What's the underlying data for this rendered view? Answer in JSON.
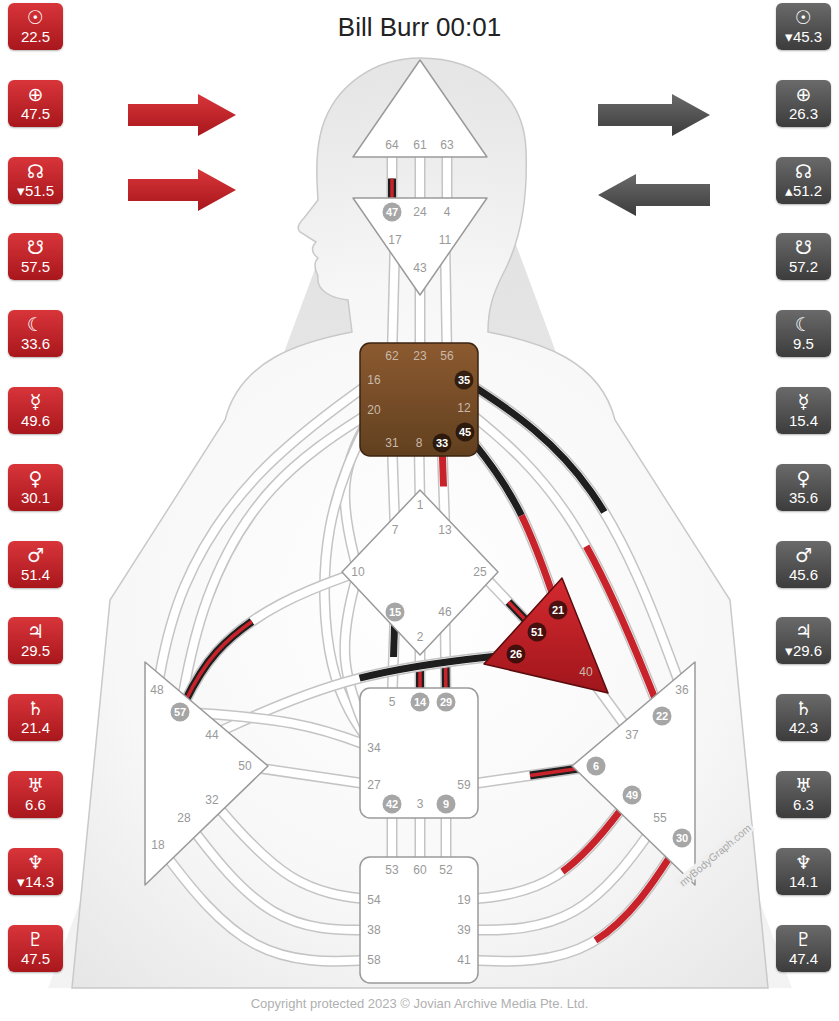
{
  "diagram": {
    "title": "Bill Burr 00:01",
    "caption": "Copyright protected 2023 © Jovian Archive Media Pte. Ltd.",
    "nodes": [
      {
        "text": [
          "☉",
          "22.5"
        ]
      },
      {
        "text": [
          "⊕",
          "47.5"
        ]
      },
      {
        "text": [
          "☊",
          "▾51.5"
        ]
      },
      {
        "text": [
          "☋",
          "57.5"
        ]
      },
      {
        "text": [
          "☾",
          "33.6"
        ]
      },
      {
        "text": [
          "☿",
          "49.6"
        ]
      },
      {
        "text": [
          "♀",
          "30.1"
        ]
      },
      {
        "text": [
          "♂",
          "51.4"
        ]
      },
      {
        "text": [
          "♃",
          "29.5"
        ]
      },
      {
        "text": [
          "♄",
          "21.4"
        ]
      },
      {
        "text": [
          "♅",
          "6.6"
        ]
      },
      {
        "text": [
          "♆",
          "▾14.3"
        ]
      },
      {
        "text": [
          "♇",
          "47.5"
        ]
      },
      {
        "text": [
          "64",
          "61",
          "63"
        ]
      },
      {
        "text": [
          "47",
          "24",
          "4",
          "17",
          "11",
          "43"
        ]
      },
      {
        "text": [
          "62",
          "23",
          "56",
          "16",
          "35",
          "20",
          "12",
          "45",
          "31",
          "8",
          "33"
        ]
      },
      {
        "text": [
          "1",
          "7",
          "13",
          "10",
          "25",
          "15",
          "46",
          "2"
        ]
      },
      {
        "text": [
          "21",
          "51",
          "26",
          "40"
        ]
      },
      {
        "text": [
          "48",
          "57",
          "44",
          "50",
          "32",
          "28",
          "18"
        ]
      },
      {
        "text": [
          "5",
          "14",
          "29",
          "34",
          "27",
          "59",
          "42",
          "3",
          "9"
        ]
      },
      {
        "text": [
          "36",
          "22",
          "37",
          "6",
          "49",
          "55",
          "30"
        ]
      },
      {
        "text": [
          "53",
          "60",
          "52",
          "54",
          "19",
          "38",
          "39",
          "58",
          "41"
        ]
      },
      {
        "text": [
          "☉",
          "▾45.3"
        ]
      },
      {
        "text": [
          "⊕",
          "26.3"
        ]
      },
      {
        "text": [
          "☊",
          "▴51.2"
        ]
      },
      {
        "text": [
          "☋",
          "57.2"
        ]
      },
      {
        "text": [
          "☾",
          "9.5"
        ]
      },
      {
        "text": [
          "☿",
          "15.4"
        ]
      },
      {
        "text": [
          "♀",
          "35.6"
        ]
      },
      {
        "text": [
          "♂",
          "45.6"
        ]
      },
      {
        "text": [
          "♃",
          "▾29.6"
        ]
      },
      {
        "text": [
          "♄",
          "42.3"
        ]
      },
      {
        "text": [
          "♅",
          "6.3"
        ]
      },
      {
        "text": [
          "♆",
          "14.1"
        ]
      },
      {
        "text": [
          "♇",
          "47.4"
        ]
      }
    ],
    "edges": [
      {
        "from": 13,
        "to": 14,
        "arrow": "none"
      },
      {
        "from": 13,
        "to": 14,
        "arrow": "none"
      },
      {
        "from": 13,
        "to": 14,
        "arrow": "none"
      },
      {
        "from": 14,
        "to": 15,
        "arrow": "none"
      },
      {
        "from": 14,
        "to": 15,
        "arrow": "none"
      },
      {
        "from": 14,
        "to": 15,
        "arrow": "none"
      },
      {
        "from": 15,
        "to": 16,
        "arrow": "none"
      },
      {
        "from": 15,
        "to": 16,
        "arrow": "none"
      },
      {
        "from": 15,
        "to": 16,
        "arrow": "none"
      },
      {
        "from": 15,
        "to": 16,
        "arrow": "none"
      },
      {
        "from": 15,
        "to": 18,
        "arrow": "none"
      },
      {
        "from": 15,
        "to": 18,
        "arrow": "none"
      },
      {
        "from": 15,
        "to": 19,
        "arrow": "none"
      },
      {
        "from": 15,
        "to": 17,
        "arrow": "none"
      },
      {
        "from": 15,
        "to": 20,
        "arrow": "none"
      },
      {
        "from": 15,
        "to": 20,
        "arrow": "none"
      },
      {
        "from": 16,
        "to": 17,
        "arrow": "none"
      },
      {
        "from": 16,
        "to": 19,
        "arrow": "none"
      },
      {
        "from": 16,
        "to": 19,
        "arrow": "none"
      },
      {
        "from": 16,
        "to": 19,
        "arrow": "none"
      },
      {
        "from": 16,
        "to": 18,
        "arrow": "none"
      },
      {
        "from": 16,
        "to": 19,
        "arrow": "none"
      },
      {
        "from": 17,
        "to": 18,
        "arrow": "none"
      },
      {
        "from": 17,
        "to": 20,
        "arrow": "none"
      },
      {
        "from": 18,
        "to": 19,
        "arrow": "none"
      },
      {
        "from": 18,
        "to": 19,
        "arrow": "none"
      },
      {
        "from": 18,
        "to": 21,
        "arrow": "none"
      },
      {
        "from": 18,
        "to": 21,
        "arrow": "none"
      },
      {
        "from": 18,
        "to": 21,
        "arrow": "none"
      },
      {
        "from": 19,
        "to": 21,
        "arrow": "none"
      },
      {
        "from": 19,
        "to": 21,
        "arrow": "none"
      },
      {
        "from": 19,
        "to": 21,
        "arrow": "none"
      },
      {
        "from": 19,
        "to": 20,
        "arrow": "none"
      },
      {
        "from": 20,
        "to": 21,
        "arrow": "none"
      },
      {
        "from": 20,
        "to": 21,
        "arrow": "none"
      },
      {
        "from": 20,
        "to": 21,
        "arrow": "none"
      }
    ],
    "labels": [
      "myBodyGraph.com"
    ]
  }
}
